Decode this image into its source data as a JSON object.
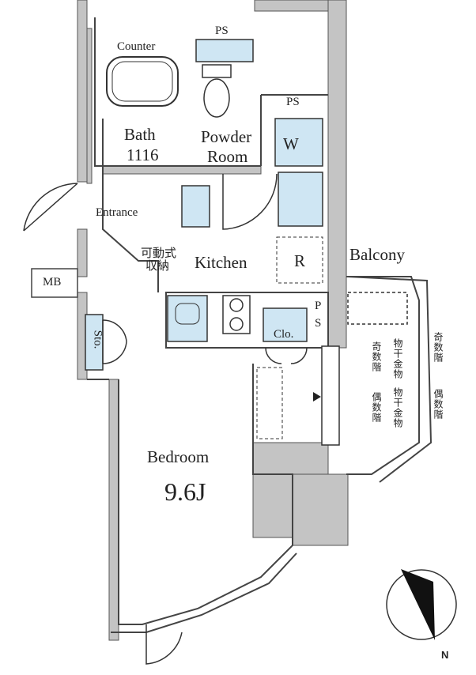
{
  "plan": {
    "rooms": {
      "counter": "Counter",
      "ps_top": "PS",
      "ps_right": "PS",
      "bath": "Bath",
      "bath_size": "1116",
      "powder_room_1": "Powder",
      "powder_room_2": "Room",
      "washer": "W",
      "entrance": "Entrance",
      "storage_movable_1": "可動式",
      "storage_movable_2": "収納",
      "kitchen": "Kitchen",
      "refrigerator": "R",
      "mb": "MB",
      "ps_kitchen_1": "P",
      "ps_kitchen_2": "S",
      "closet": "Clo.",
      "storage": "Sto.",
      "balcony": "Balcony",
      "bedroom": "Bedroom",
      "bedroom_size": "9.6J",
      "compass_n": "N"
    },
    "balcony_notes": {
      "drying_hardware_1": "物干金物",
      "drying_hardware_2": "物干金物",
      "odd_floor_1": "奇数階",
      "odd_floor_2": "奇数階",
      "even_floor_1": "偶数階",
      "even_floor_2": "偶数階"
    },
    "colors": {
      "wall": "#bdbdbd",
      "fixture": "#cfe6f3",
      "line": "#333333"
    }
  }
}
